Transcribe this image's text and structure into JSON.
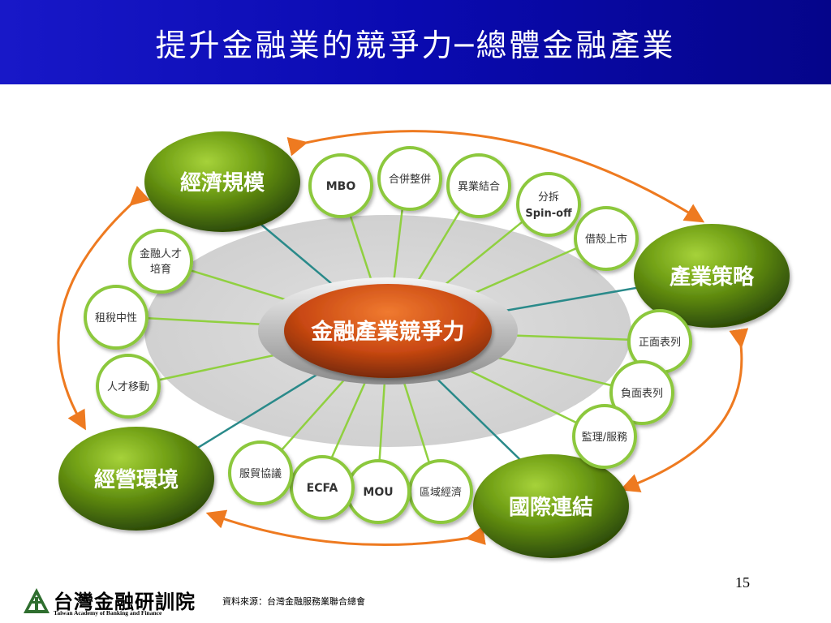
{
  "header": {
    "title": "提升金融業的競爭力─總體金融產業"
  },
  "diagram": {
    "center": "金融產業競爭力",
    "pillars": [
      "經濟規模",
      "產業策略",
      "國際連結",
      "經營環境"
    ],
    "items": [
      "MBO",
      "合併整併",
      "異業結合",
      "分拆",
      "Spin-off",
      "借殼上市",
      "正面表列",
      "負面表列",
      "監理/服務",
      "區域經濟",
      "MOU",
      "ECFA",
      "服貿協議",
      "人才移動",
      "租稅中性",
      "金融人才",
      "培育"
    ]
  },
  "colors": {
    "arrow": "#ee7a20",
    "pillar": "#5f8a12",
    "bubble_border": "#8cc83c",
    "center": "#d9541a",
    "header": "#0a0ab0"
  },
  "footer": {
    "page_number": "15",
    "source": "資料來源：台灣金融服務業聯合總會",
    "logo_cn": "台灣金融研訓院",
    "logo_en": "Taiwan Academy of Banking and Finance"
  }
}
